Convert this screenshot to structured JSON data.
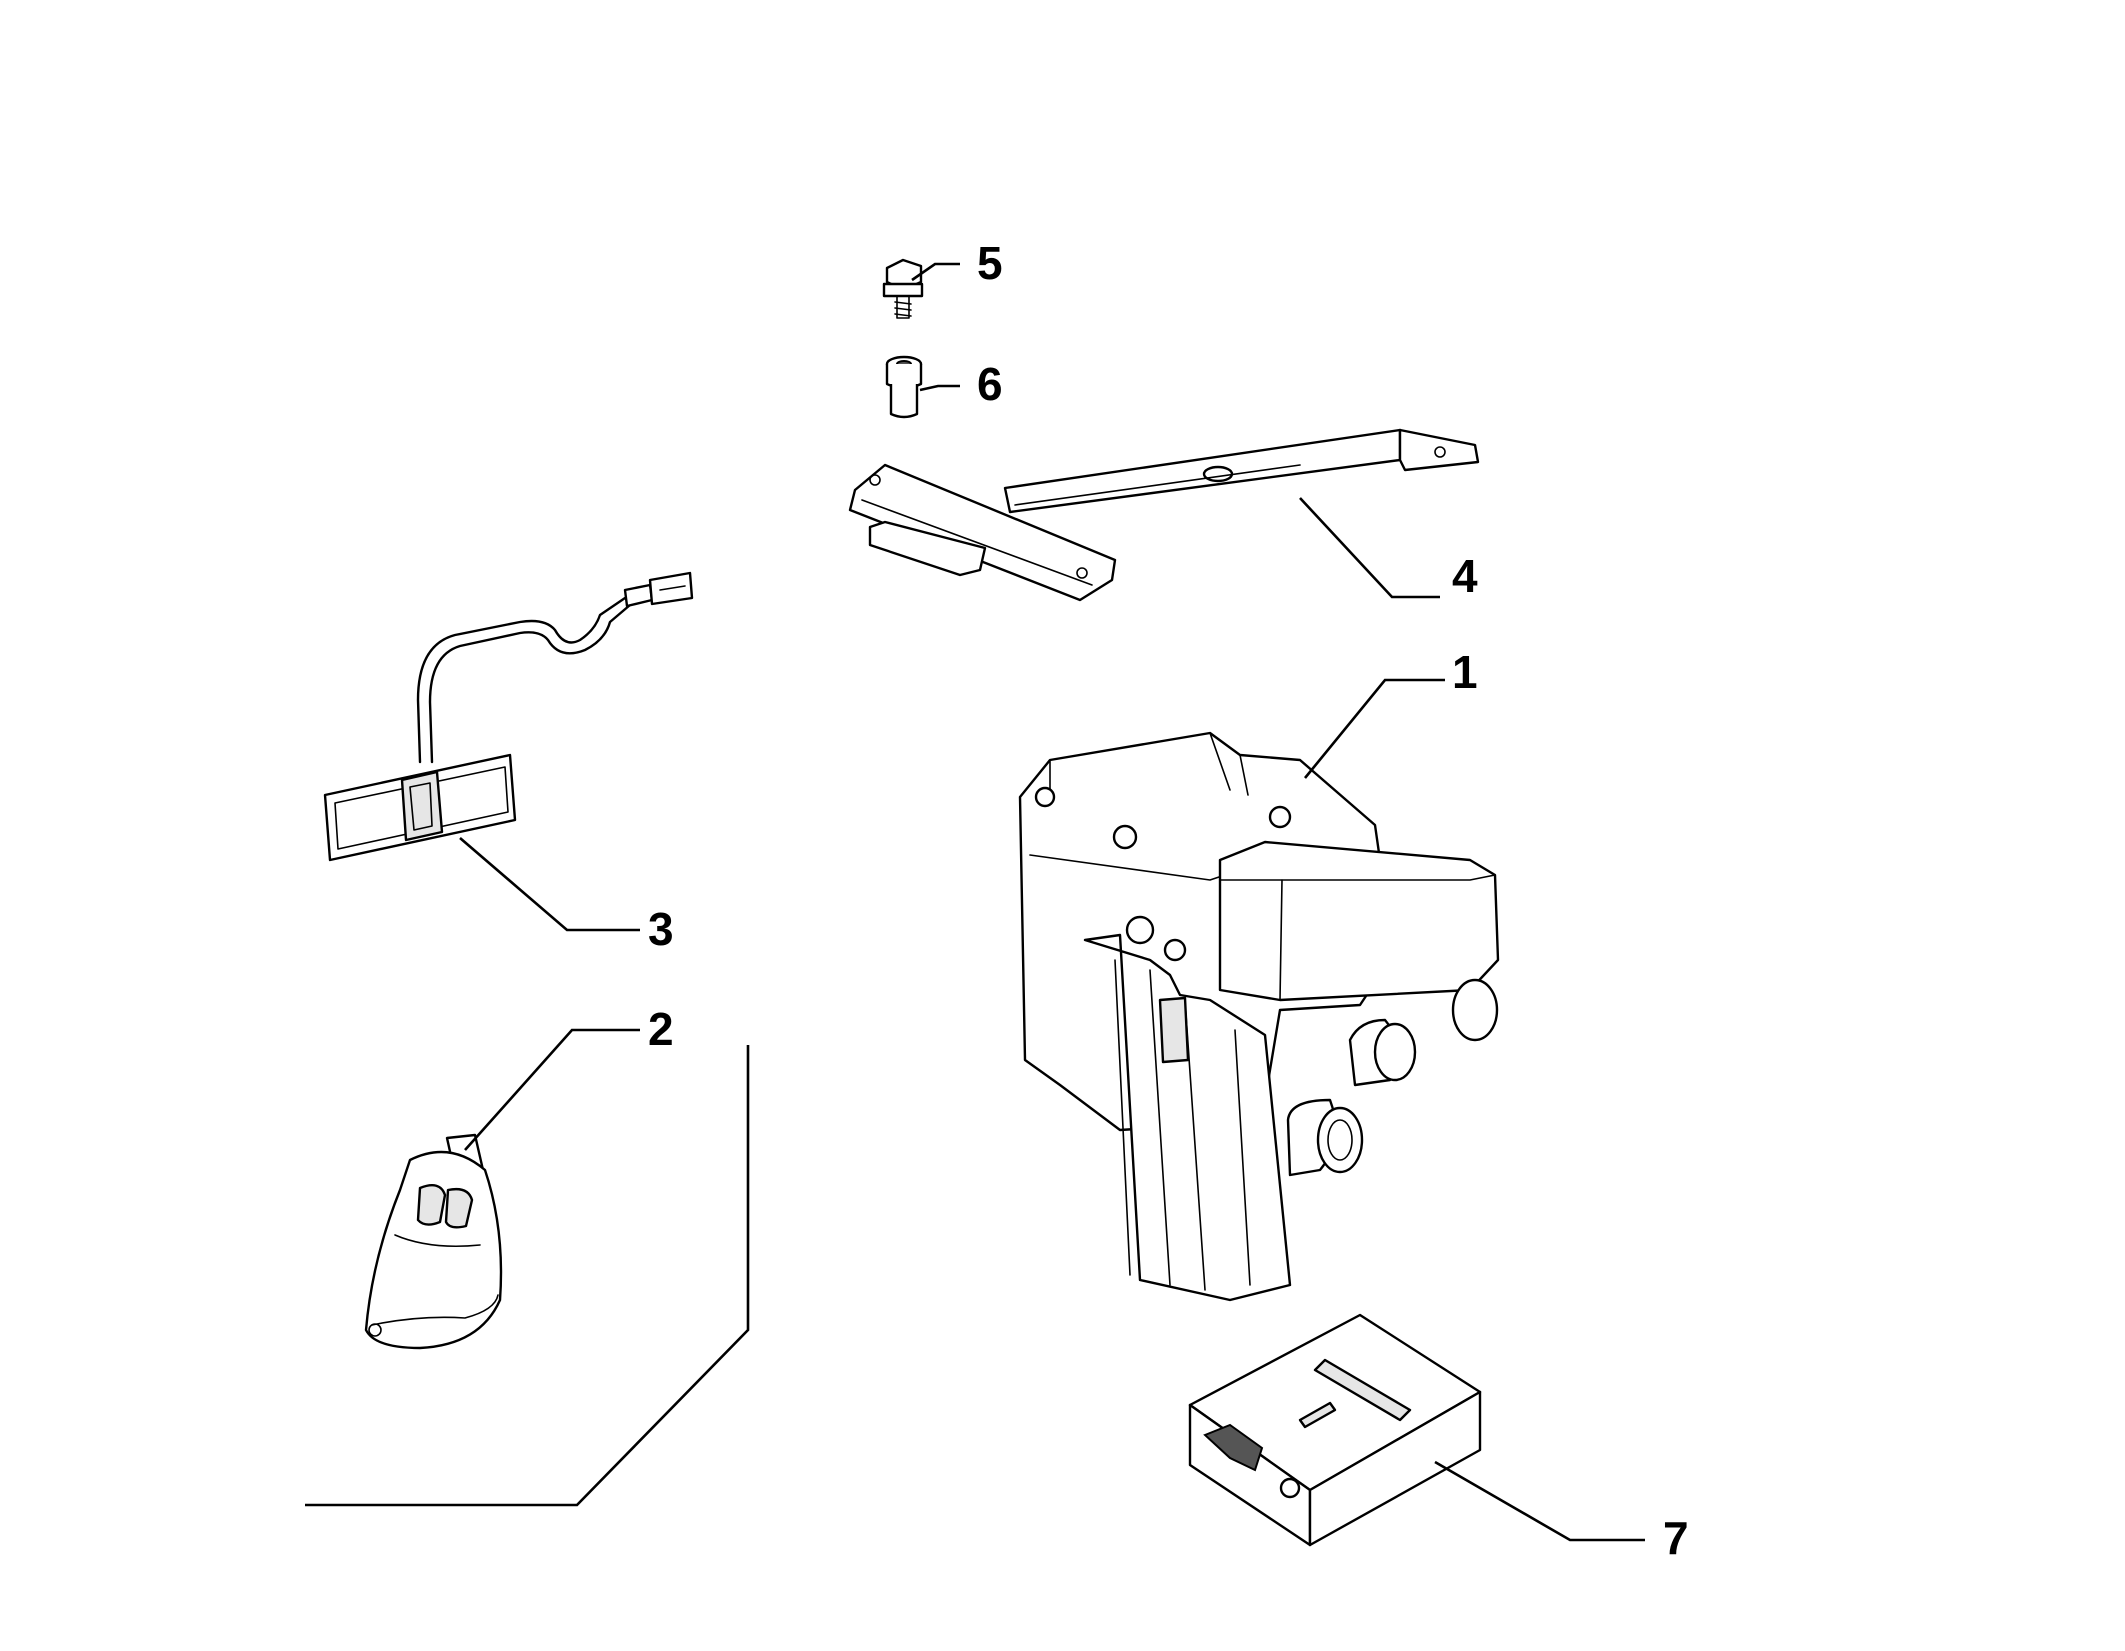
{
  "callouts": [
    {
      "id": "part-1",
      "label": "1"
    },
    {
      "id": "part-2",
      "label": "2"
    },
    {
      "id": "part-3",
      "label": "3"
    },
    {
      "id": "part-4",
      "label": "4"
    },
    {
      "id": "part-5",
      "label": "5"
    },
    {
      "id": "part-6",
      "label": "6"
    },
    {
      "id": "part-7",
      "label": "7"
    }
  ],
  "colors": {
    "line": "#000000",
    "background": "#ffffff",
    "shade": "#e6e6e6"
  }
}
